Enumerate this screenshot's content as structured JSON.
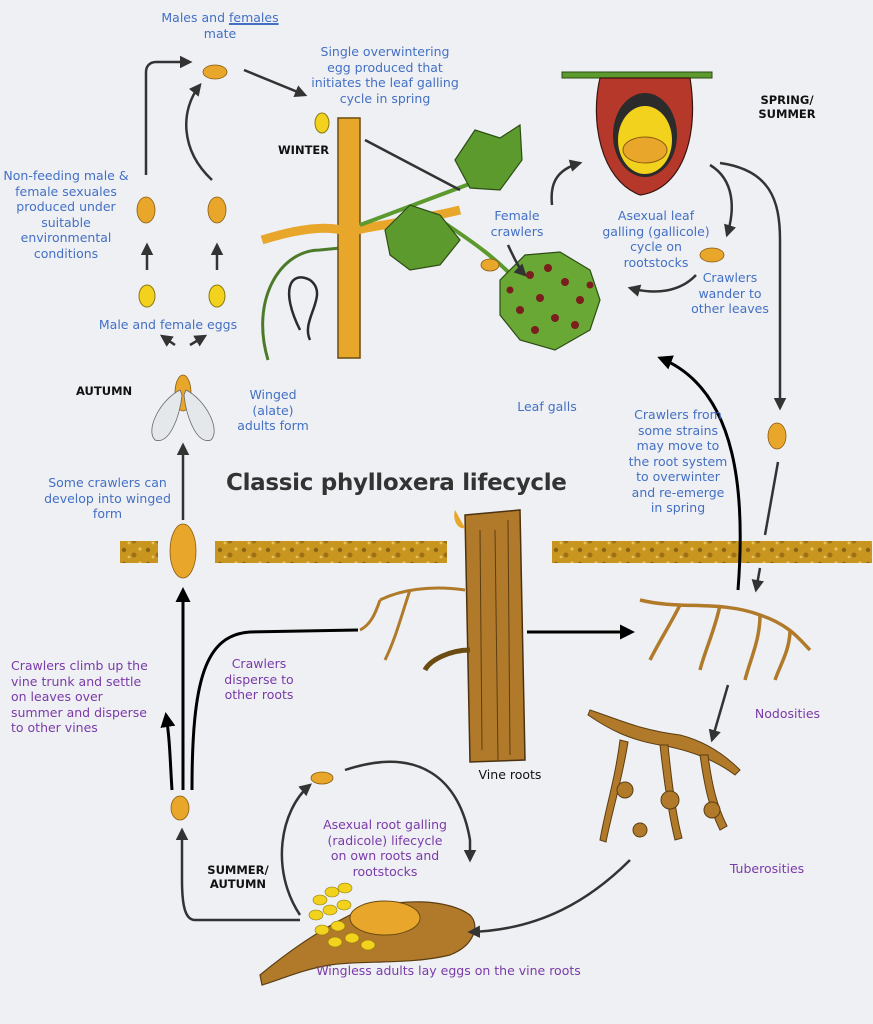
{
  "title": "Classic phylloxera lifecycle",
  "colors": {
    "blue_text": "#4470c4",
    "purple_text": "#7a3aa8",
    "season_text": "#111111",
    "insect": "#e8a62a",
    "egg": "#f2d21c",
    "leaf": "#5c9a2e",
    "gall_red": "#b5382a",
    "root": "#b07a2a",
    "soil": "#c8951f"
  },
  "seasons": {
    "winter": "WINTER",
    "spring_summer": "SPRING/\nSUMMER",
    "autumn": "AUTUMN",
    "summer_autumn": "SUMMER/\nAUTUMN"
  },
  "labels": {
    "males_females_mate_a": "Males and ",
    "males_females_mate_b": "females",
    "males_females_mate_c": "mate",
    "single_egg": "Single overwintering\negg produced that\ninitiates the leaf galling\ncycle in spring",
    "non_feeding": "Non-feeding male &\nfemale sexuales\nproduced under\nsuitable\nenvironmental\nconditions",
    "male_female_eggs": "Male and female eggs",
    "winged_adults": "Winged (alate)\nadults form",
    "some_crawlers_winged": "Some crawlers can\ndevelop into winged\nform",
    "female_crawlers": "Female\ncrawlers",
    "asexual_leaf": "Asexual leaf\ngalling (gallicole)\ncycle on\nrootstocks",
    "crawlers_wander": "Crawlers\nwander to\nother leaves",
    "leaf_galls": "Leaf galls",
    "crawlers_from_strains": "Crawlers from\nsome strains\nmay move to\nthe root system\nto overwinter\nand re-emerge\nin spring",
    "crawlers_climb": "Crawlers climb up the\nvine trunk and settle\non leaves over\nsummer and disperse\nto other vines",
    "crawlers_disperse": "Crawlers\ndisperse to\nother roots",
    "vine_roots": "Vine roots",
    "nodosities": "Nodosities",
    "tuberosities": "Tuberosities",
    "asexual_root": "Asexual root galling\n(radicole) lifecycle\non own roots and\nrootstocks",
    "wingless_adults": "Wingless adults lay eggs on the vine roots"
  }
}
